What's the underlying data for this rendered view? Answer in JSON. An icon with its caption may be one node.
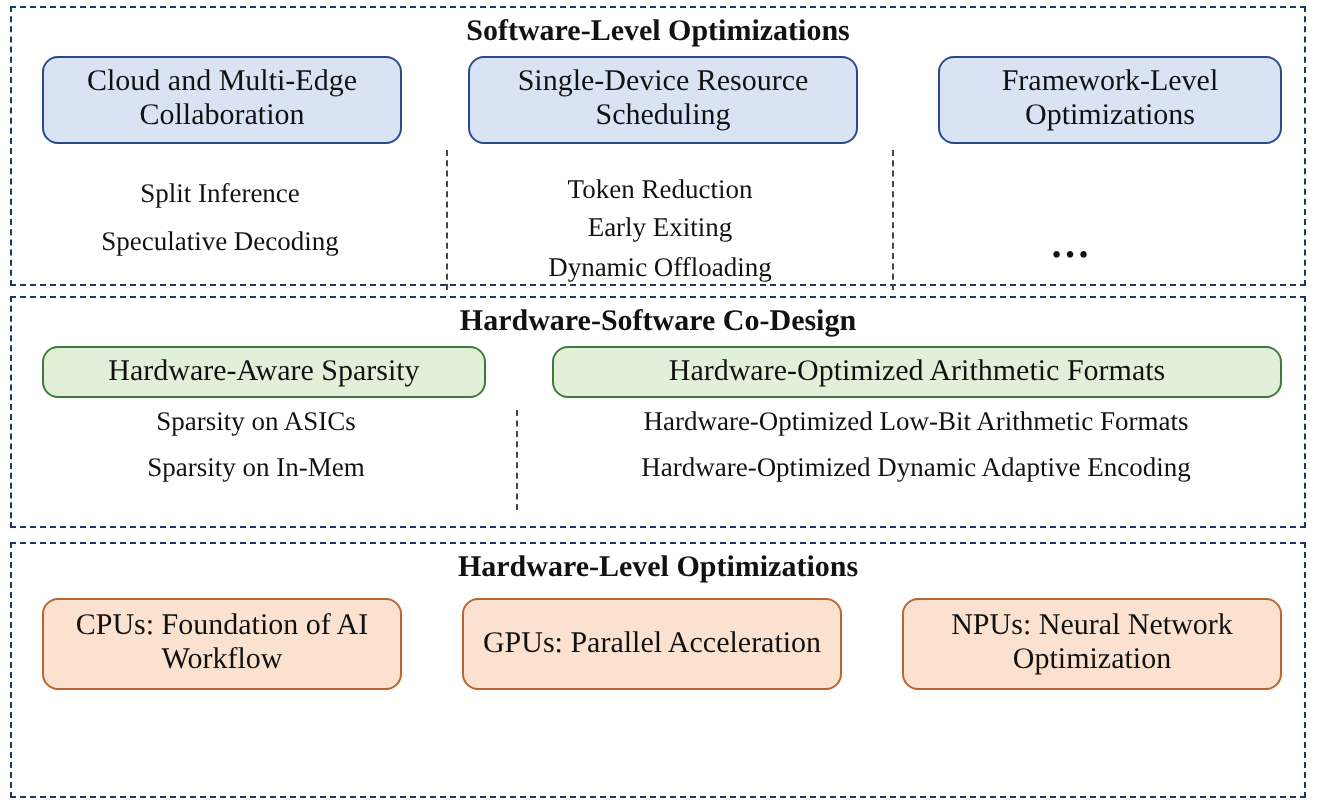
{
  "diagram": {
    "nodes": [
      {
        "text": [
          "Software-Level Optimizations"
        ]
      },
      {
        "text": [
          "Cloud and Multi-Edge Collaboration"
        ],
        "in": 0
      },
      {
        "text": [
          "Single-Device Resource Scheduling"
        ],
        "in": 0
      },
      {
        "text": [
          "Framework-Level Optimizations"
        ],
        "in": 0
      },
      {
        "text": [
          "Hardware-Software Co-Design"
        ]
      },
      {
        "text": [
          "Hardware-Aware Sparsity"
        ],
        "in": 4
      },
      {
        "text": [
          "Hardware-Optimized Arithmetic Formats"
        ],
        "in": 4
      },
      {
        "text": [
          "Hardware-Level Optimizations"
        ]
      },
      {
        "text": [
          "CPUs: Foundation of AI Workflow"
        ],
        "in": 7
      },
      {
        "text": [
          "GPUs: Parallel Acceleration"
        ],
        "in": 7
      },
      {
        "text": [
          "NPUs: Neural Network Optimization"
        ],
        "in": 7
      }
    ],
    "labels": [
      "Split Inference",
      "Speculative Decoding",
      "Token Reduction",
      "Early Exiting",
      "Dynamic Offloading",
      "…",
      "Sparsity on ASICs",
      "Sparsity on In-Mem",
      "Hardware-Optimized Low-Bit Arithmetic Formats",
      "Hardware-Optimized Dynamic Adaptive Encoding"
    ]
  }
}
